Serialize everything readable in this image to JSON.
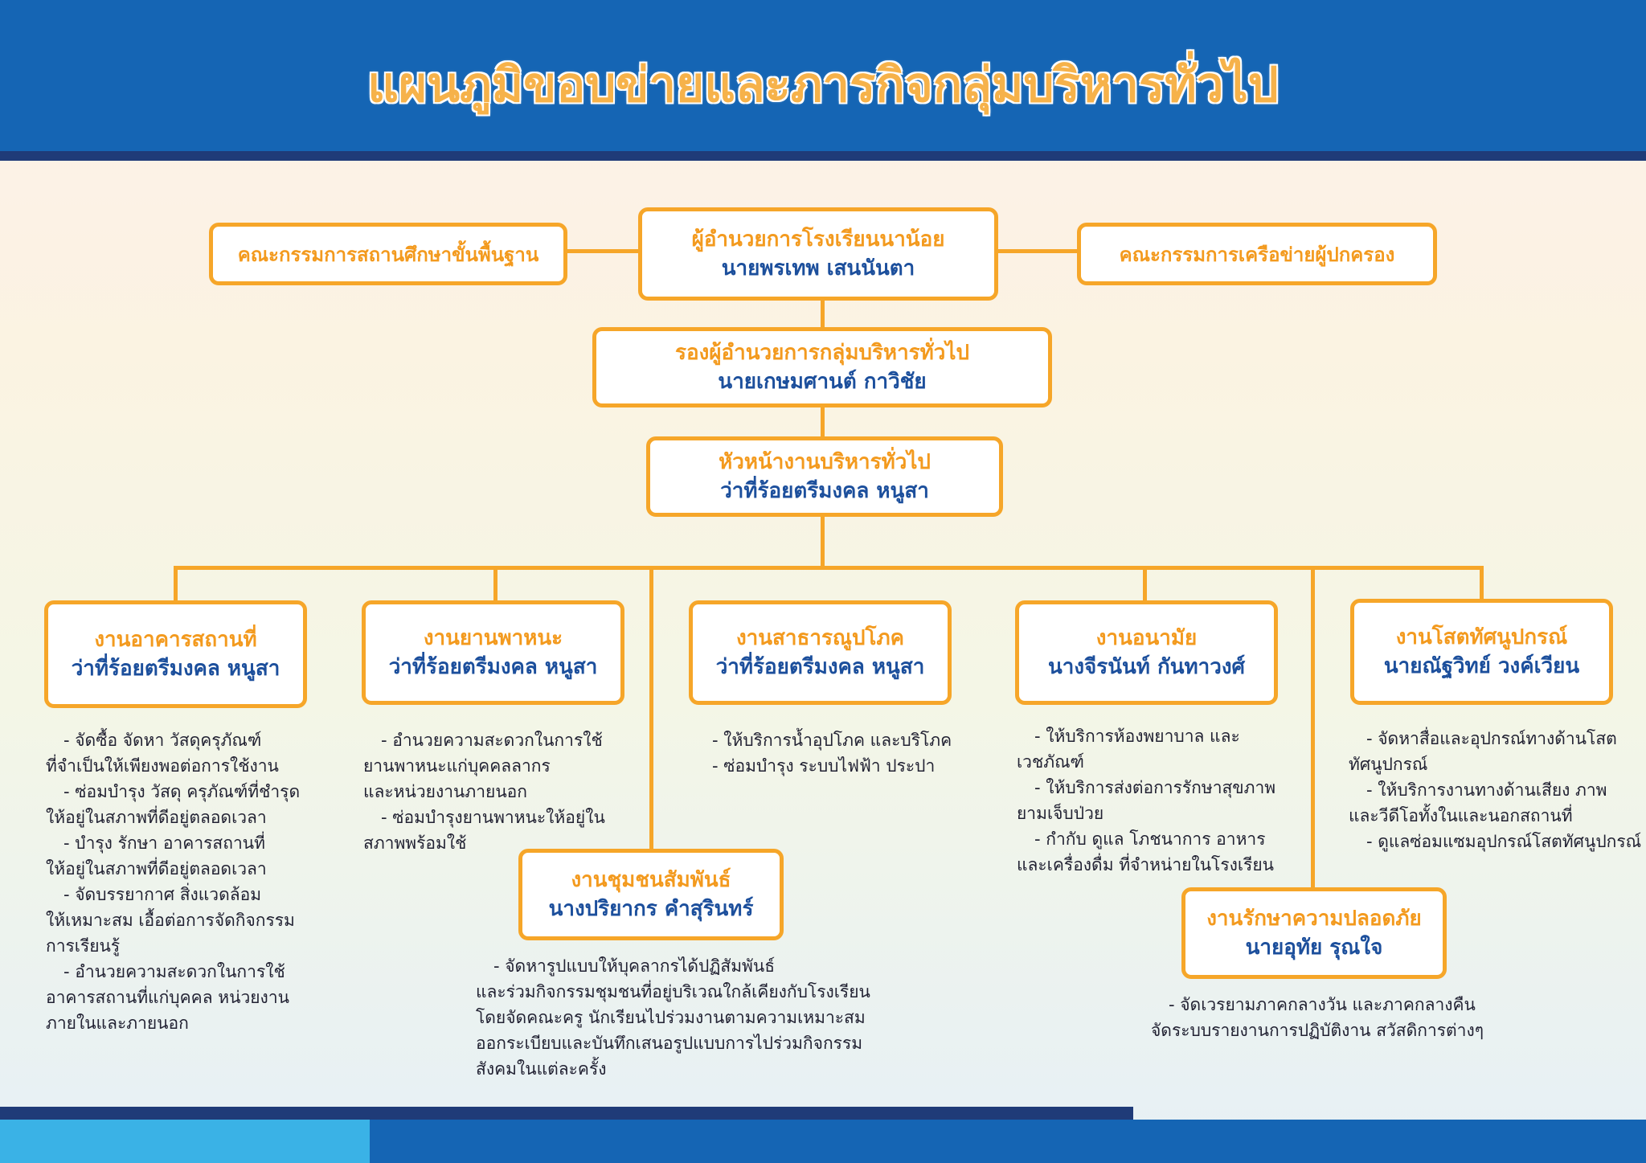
{
  "title": "แผนภูมิขอบข่ายและภารกิจกลุ่มบริหารทั่วไป",
  "colors": {
    "header": "#1565b4",
    "box_border": "#f6a629",
    "title_orange": "#f39a1e",
    "name_blue": "#1c4f9c"
  },
  "committee_left": "คณะกรรมการสถานศึกษาขั้นพื้นฐาน",
  "committee_right": "คณะกรรมการเครือข่ายผู้ปกครอง",
  "director": {
    "title": "ผู้อำนวยการโรงเรียนนาน้อย",
    "name": "นายพรเทพ  เสนนันตา"
  },
  "deputy": {
    "title": "รองผู้อำนวยการกลุ่มบริหารทั่วไป",
    "name": "นายเกษมศานต์ กาวิชัย"
  },
  "head": {
    "title": "หัวหน้างานบริหารทั่วไป",
    "name": "ว่าที่ร้อยตรีมงคล หนูสา"
  },
  "units": [
    {
      "title": "งานอาคารสถานที่",
      "name": "ว่าที่ร้อยตรีมงคล หนูสา",
      "desc": [
        "- จัดซื้อ จัดหา วัสดุครุภัณฑ์",
        "ที่จำเป็นให้เพียงพอต่อการใช้งาน",
        "- ซ่อมบำรุง วัสดุ ครุภัณฑ์ที่ชำรุด",
        "ให้อยู่ในสภาพที่ดีอยู่ตลอดเวลา",
        "- บำรุง รักษา อาคารสถานที่",
        "ให้อยู่ในสภาพที่ดีอยู่ตลอดเวลา",
        "- จัดบรรยากาศ สิ่งแวดล้อม",
        "ให้เหมาะสม เอื้อต่อการจัดกิจกรรม",
        "การเรียนรู้",
        "- อำนวยความสะดวกในการใช้",
        "อาคารสถานที่แก่บุคคล หน่วยงาน",
        "ภายในและภายนอก"
      ]
    },
    {
      "title": "งานยานพาหนะ",
      "name": "ว่าที่ร้อยตรีมงคล หนูสา",
      "desc": [
        "- อำนวยความสะดวกในการใช้",
        "ยานพาหนะแก่บุคคลลากร",
        "และหน่วยงานภายนอก",
        "- ซ่อมบำรุงยานพาหนะให้อยู่ใน",
        "สภาพพร้อมใช้"
      ]
    },
    {
      "title": "งานสาธารณูปโภค",
      "name": "ว่าที่ร้อยตรีมงคล หนูสา",
      "desc": [
        "- ให้บริการน้ำอุปโภค และบริโภค",
        "- ซ่อมบำรุง ระบบไฟฟ้า  ประปา"
      ]
    },
    {
      "title": "งานอนามัย",
      "name": "นางจีรนันท์  กันทาวงศ์",
      "desc": [
        "- ให้บริการห้องพยาบาล และ",
        "เวชภัณฑ์",
        "- ให้บริการส่งต่อการรักษาสุขภาพ",
        "ยามเจ็บป่วย",
        "- กำกับ ดูแล โภชนาการ อาหาร",
        "และเครื่องดื่ม ที่จำหน่ายในโรงเรียน"
      ]
    },
    {
      "title": "งานโสตทัศนูปกรณ์",
      "name": "นายณัฐวิทย์  วงค์เวียน",
      "desc": [
        "- จัดหาสื่อและอุปกรณ์ทางด้านโสต",
        "ทัศนูปกรณ์",
        "- ให้บริการงานทางด้านเสียง ภาพ",
        "และวีดีโอทั้งในและนอกสถานที่",
        "- ดูแลซ่อมแซมอุปกรณ์โสตทัศนูปกรณ์"
      ]
    },
    {
      "title": "งานชุมชนสัมพันธ์",
      "name": "นางปริยากร  คำสุรินทร์",
      "desc": [
        "- จัดหารูปแบบให้บุคลากรได้ปฏิสัมพันธ์",
        "และร่วมกิจกรรมชุมชนที่อยู่บริเวณใกล้เคียงกับโรงเรียน",
        "โดยจัดคณะครู นักเรียนไปร่วมงานตามความเหมาะสม",
        "ออกระเบียบและบันทึกเสนอรูปแบบการไปร่วมกิจกรรม",
        "สังคมในแต่ละครั้ง"
      ]
    },
    {
      "title": "งานรักษาความปลอดภัย",
      "name": "นายอุทัย  รุณใจ",
      "desc": [
        "- จัดเวรยามภาคกลางวัน และภาคกลางคืน",
        "จัดระบบรายงานการปฏิบัติงาน สวัสดิการต่างๆ"
      ]
    }
  ]
}
